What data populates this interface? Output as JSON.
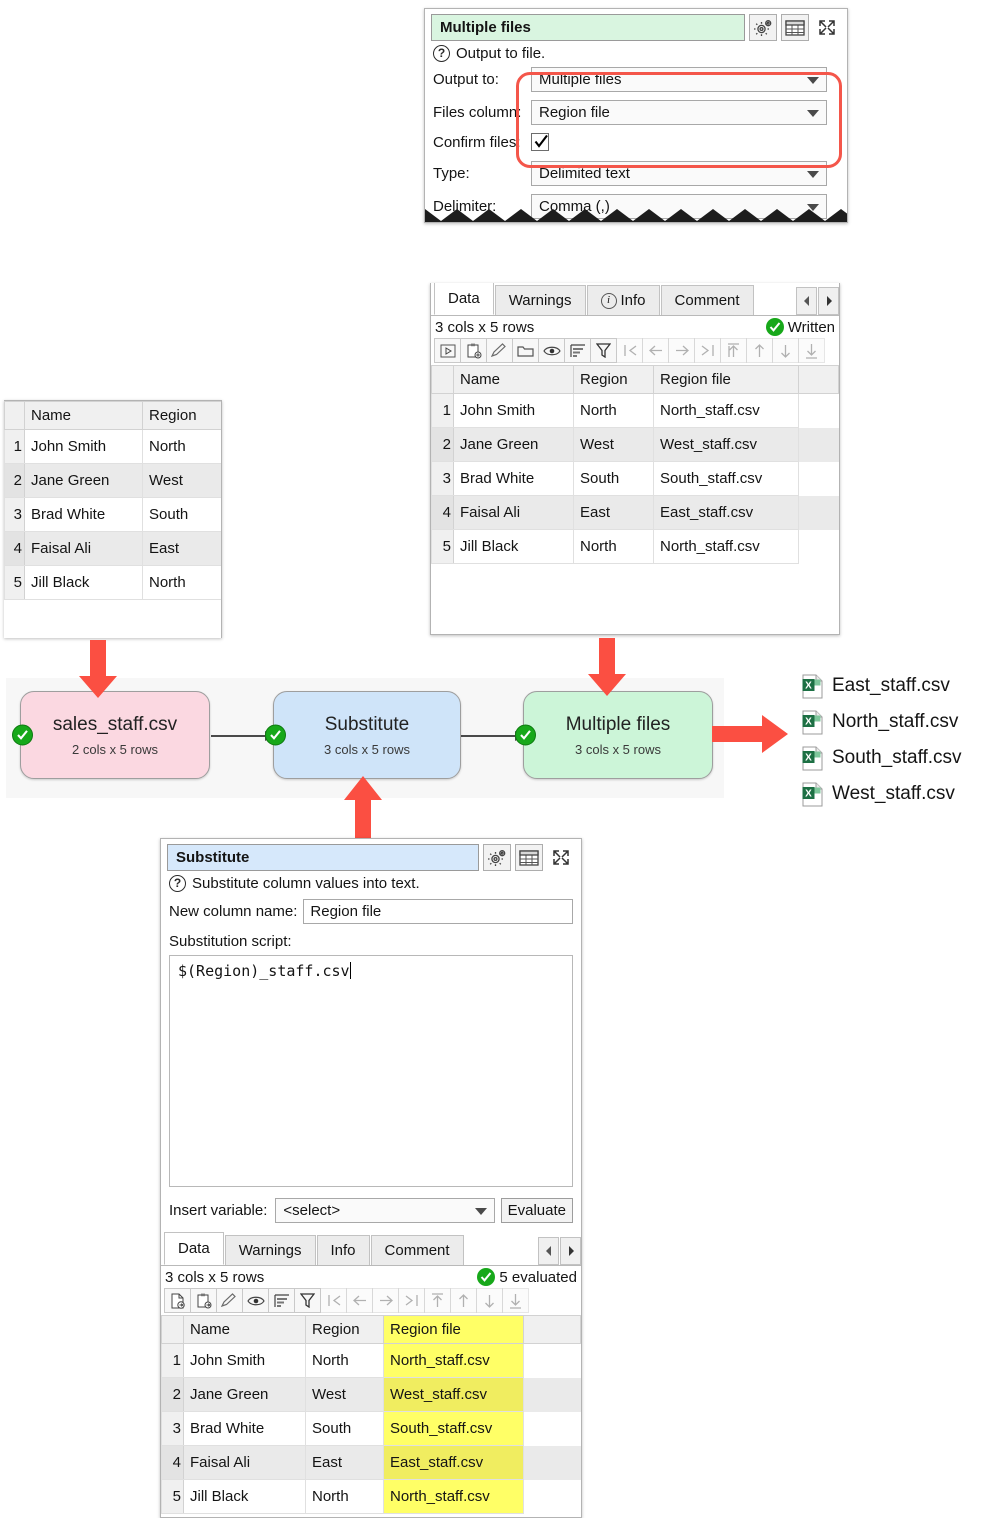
{
  "output_panel": {
    "title": "Multiple files",
    "help_text": "Output to file.",
    "fields": {
      "output_to_label": "Output to:",
      "output_to_value": "Multiple files",
      "files_column_label": "Files column:",
      "files_column_value": "Region file",
      "confirm_files_label": "Confirm files:",
      "confirm_files_checked": "checked",
      "type_label": "Type:",
      "type_value": "Delimited text",
      "delimiter_label": "Delimiter:",
      "delimiter_value": "Comma (,)"
    },
    "header_buttons": [
      "gears-icon",
      "table-icon",
      "expand-icon"
    ]
  },
  "output_data_panel": {
    "tabs": [
      {
        "label": "Data",
        "active": true
      },
      {
        "label": "Warnings",
        "active": false
      },
      {
        "label": "Info",
        "active": false,
        "icon": "info-icon"
      },
      {
        "label": "Comment",
        "active": false
      }
    ],
    "tab_nav": [
      "prev-tab-arrow",
      "next-tab-arrow"
    ],
    "size_text": "3 cols x 5 rows",
    "status_text": "Written",
    "toolbar_icons": [
      "run-icon",
      "copy-to-clipboard-icon",
      "edit-icon",
      "folder-icon",
      "eye-icon",
      "sort-icon",
      "filter-icon",
      "first-column-icon",
      "previous-column-icon",
      "next-column-icon",
      "last-column-icon",
      "first-row-icon",
      "previous-row-icon",
      "next-row-icon",
      "last-row-icon"
    ],
    "columns": [
      "Name",
      "Region",
      "Region file"
    ],
    "rows": [
      {
        "n": "1",
        "Name": "John Smith",
        "Region": "North",
        "Region file": "North_staff.csv"
      },
      {
        "n": "2",
        "Name": "Jane Green",
        "Region": "West",
        "Region file": "West_staff.csv"
      },
      {
        "n": "3",
        "Name": "Brad White",
        "Region": "South",
        "Region file": "South_staff.csv"
      },
      {
        "n": "4",
        "Name": "Faisal Ali",
        "Region": "East",
        "Region file": "East_staff.csv"
      },
      {
        "n": "5",
        "Name": "Jill Black",
        "Region": "North",
        "Region file": "North_staff.csv"
      }
    ]
  },
  "source_data_panel": {
    "columns": [
      "Name",
      "Region"
    ],
    "rows": [
      {
        "n": "1",
        "Name": "John Smith",
        "Region": "North"
      },
      {
        "n": "2",
        "Name": "Jane Green",
        "Region": "West"
      },
      {
        "n": "3",
        "Name": "Brad White",
        "Region": "South"
      },
      {
        "n": "4",
        "Name": "Faisal Ali",
        "Region": "East"
      },
      {
        "n": "5",
        "Name": "Jill Black",
        "Region": "North"
      }
    ]
  },
  "flow": {
    "nodes": [
      {
        "title": "sales_staff.csv",
        "sub": "2 cols x 5 rows",
        "color": "#fbd8e1",
        "status": "ok"
      },
      {
        "title": "Substitute",
        "sub": "3 cols x 5 rows",
        "color": "#cfe4f9",
        "status": "ok"
      },
      {
        "title": "Multiple files",
        "sub": "3 cols x 5 rows",
        "color": "#ccf5d8",
        "status": "ok"
      }
    ]
  },
  "output_files": [
    "East_staff.csv",
    "North_staff.csv",
    "South_staff.csv",
    "West_staff.csv"
  ],
  "substitute_panel": {
    "title": "Substitute",
    "help_text": "Substitute column values into text.",
    "new_column_name_label": "New column name:",
    "new_column_name_value": "Region file",
    "substitution_script_label": "Substitution script:",
    "substitution_script_value": "$(Region)_staff.csv",
    "insert_variable_label": "Insert variable:",
    "insert_variable_value": "<select>",
    "evaluate_label": "Evaluate",
    "header_buttons": [
      "gears-icon",
      "table-icon",
      "expand-icon"
    ],
    "tabs": [
      {
        "label": "Data",
        "active": true
      },
      {
        "label": "Warnings",
        "active": false
      },
      {
        "label": "Info",
        "active": false
      },
      {
        "label": "Comment",
        "active": false
      }
    ],
    "size_text": "3 cols x 5 rows",
    "status_text": "5 evaluated",
    "toolbar_icons": [
      "new-file-icon",
      "copy-to-clipboard-icon",
      "edit-icon",
      "eye-icon",
      "sort-icon",
      "filter-icon",
      "first-column-icon",
      "previous-column-icon",
      "next-column-icon",
      "last-column-icon",
      "first-row-icon",
      "previous-row-icon",
      "next-row-icon",
      "last-row-icon"
    ],
    "columns": [
      "Name",
      "Region",
      "Region file"
    ],
    "highlight_column": "Region file",
    "rows": [
      {
        "n": "1",
        "Name": "John Smith",
        "Region": "North",
        "Region file": "North_staff.csv"
      },
      {
        "n": "2",
        "Name": "Jane Green",
        "Region": "West",
        "Region file": "West_staff.csv"
      },
      {
        "n": "3",
        "Name": "Brad White",
        "Region": "South",
        "Region file": "South_staff.csv"
      },
      {
        "n": "4",
        "Name": "Faisal Ali",
        "Region": "East",
        "Region file": "East_staff.csv"
      },
      {
        "n": "5",
        "Name": "Jill Black",
        "Region": "North",
        "Region file": "North_staff.csv"
      }
    ]
  },
  "colors": {
    "callout_red": "#f4564a",
    "status_green": "#17a81a",
    "highlight_yellow": "#ffff66",
    "node_pink": "#fbd8e1",
    "node_blue": "#cfe4f9",
    "node_green": "#ccf5d8"
  }
}
